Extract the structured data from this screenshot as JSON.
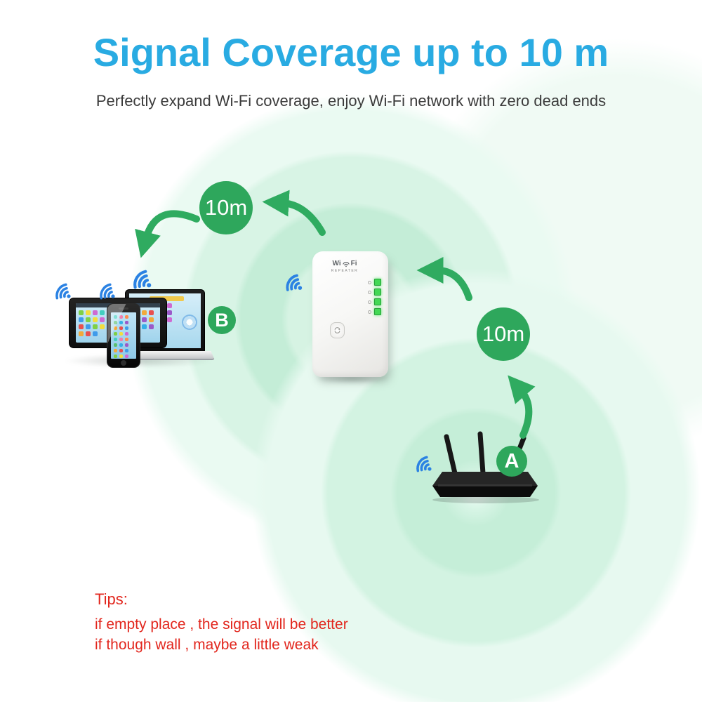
{
  "title": {
    "text": "Signal Coverage up to 10 m",
    "color": "#29abe2"
  },
  "subtitle": "Perfectly expand Wi-Fi coverage, enjoy Wi-Fi network with zero dead ends",
  "badges": {
    "left_distance": "10m",
    "right_distance": "10m",
    "point_b": "B",
    "point_a": "A"
  },
  "repeater": {
    "brand_left": "Wi",
    "brand_right": "Fi",
    "brand_sub": "REPEATER",
    "led_count": 4
  },
  "tips": {
    "heading": "Tips:",
    "lines": [
      "if empty place , the signal will be better",
      "if though wall , maybe a little weak"
    ]
  },
  "colors": {
    "title_blue": "#29abe2",
    "accent_green": "#2ea75c",
    "halo_green": "#c5eed8",
    "wifi_blue": "#2b82e3",
    "led_green": "#43d854",
    "tip_red": "#e2261d"
  },
  "icons": {
    "wifi_signal": "wifi-signal-icon",
    "devices": [
      "tablet",
      "smartphone",
      "laptop"
    ],
    "repeater": "wifi-repeater-device",
    "router": "router-device",
    "arrows": "curved-green-arrows"
  }
}
